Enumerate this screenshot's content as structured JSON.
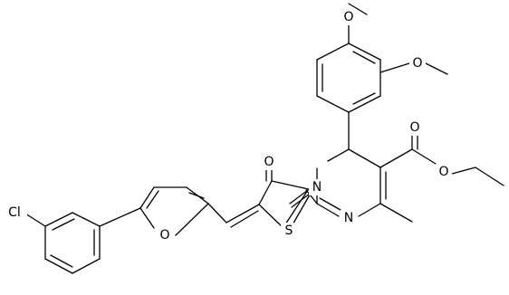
{
  "structure": {
    "atom_labels": {
      "methoxy_o_upper": "O",
      "methoxy_o_lower": "O",
      "ester_carbonyl_o": "O",
      "ester_ether_o": "O",
      "ketone_o": "O",
      "ring_n": "N",
      "ring_s": "S",
      "imine_n": "N",
      "furan_o": "O",
      "chloro": "Cl"
    }
  }
}
